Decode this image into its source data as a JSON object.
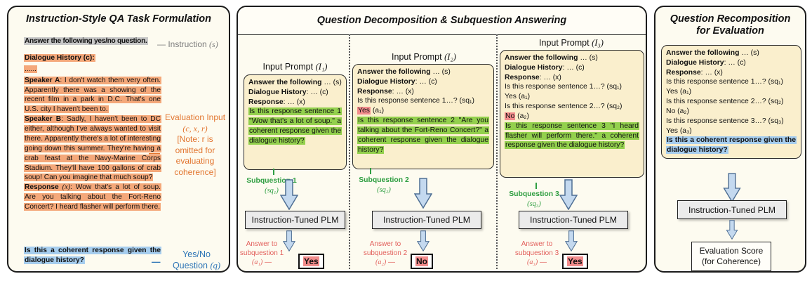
{
  "prompt_common": {
    "s_label": "Answer the following",
    "s_rest": " … (s)",
    "c_label": "Dialogue History",
    "c_rest": ": … (c)",
    "x_label": "Response",
    "x_rest": ": … (x)"
  },
  "left_panel": {
    "title": "Instruction-Style QA Task Formulation",
    "instruction_chip": "Answer the following yes/no question.",
    "instruction_anno": {
      "dash": "—",
      "text": "Instruction ",
      "math": "(s)"
    },
    "dialogue_header": "Dialogue History (c):",
    "dots": "......",
    "speaker_a": {
      "label": "Speaker A",
      "text": ": I don't watch them very often. Apparently there was a showing of the recent film in a park in D.C. That's one U.S. city I haven't been to."
    },
    "speaker_b": {
      "label": "Speaker B",
      "text": ": Sadly, I haven't been to DC either, although I've always wanted to visit there. Apparently there's a lot of interesting going down this summer. They're having a crab feast at the Navy-Marine Corps Stadium. They'll have 100 gallons of crab soup! Can you imagine that much soup?"
    },
    "response": {
      "label": "Response ",
      "math": "(x)",
      "text": ": Wow that's a lot of soup. Are you talking about the Fort-Reno Concert? I heard flasher will perform there."
    },
    "evaluation_anno": {
      "dash": "—",
      "l1": "Evaluation Input",
      "l2": "(c, x, r)",
      "l3": "[Note: r is",
      "l4": "omitted for",
      "l5": "evaluating",
      "l6": "coherence]"
    },
    "question_chip": "Is this a coherent response given the dialogue history?",
    "question_anno": {
      "dash": "—",
      "l1": "Yes/No",
      "l2_text": "Question ",
      "l2_math": "(q)"
    }
  },
  "middle_panel": {
    "title": "Question Decomposition & Subquestion Answering",
    "columns": [
      {
        "header_text": "Input Prompt ",
        "header_math": "(I₁)",
        "green_q": "Is this response sentence 1 \"Wow that's a lot of soup.\" a coherent response given the dialogue history?",
        "subq_label": "Subquestion 1",
        "subq_math": "(sq₁)",
        "plm": "Instruction-Tuned PLM",
        "ans1": "Answer to",
        "ans2": "subquestion 1",
        "ans_math": "(a₁)",
        "dash": "—",
        "answer": "Yes"
      },
      {
        "header_text": "Input Prompt ",
        "header_math": "(I₂)",
        "prior_q1": "Is this response sentence 1…? (sq₁)",
        "prior_a1_word": "Yes",
        "prior_a1_rest": " (a₁)",
        "green_q": "Is this response sentence 2 \"Are you talking about the Fort-Reno Concert?\" a coherent response given the dialogue history?",
        "subq_label": "Subquestion 2",
        "subq_math": "(sq₂)",
        "plm": "Instruction-Tuned PLM",
        "ans1": "Answer to",
        "ans2": "subquestion 2",
        "ans_math": "(a₂)",
        "dash": "—",
        "answer": "No"
      },
      {
        "header_text": "Input Prompt ",
        "header_math": "(I₃)",
        "prior_q1": "Is this response sentence 1…? (sq₁)",
        "prior_a1": "Yes (a₁)",
        "prior_q2": "Is this response sentence 2…? (sq₂)",
        "prior_a2_word": "No",
        "prior_a2_rest": " (a₂)",
        "green_q": "Is this response sentence 3 \"I heard flasher will perform there.\" a coherent response given the dialogue history?",
        "subq_label": "Subquestion 3",
        "subq_math": "(sq₃)",
        "plm": "Instruction-Tuned PLM",
        "ans1": "Answer to",
        "ans2": "subquestion 3",
        "ans_math": "(a₃)",
        "dash": "—",
        "answer": "Yes"
      }
    ]
  },
  "right_panel": {
    "title1": "Question Recomposition",
    "title2": "for Evaluation",
    "q1": "Is this response sentence 1…? (sq₁)",
    "a1": "Yes (a₁)",
    "q2": "Is this response sentence 2…? (sq₂)",
    "a2": "No (a₂)",
    "q3": "Is this response sentence 3…? (sq₃)",
    "a3": "Yes (a₃)",
    "final_q": "Is this a coherent response given the dialogue history?",
    "plm": "Instruction-Tuned PLM",
    "score1": "Evaluation Score",
    "score2": "(for Coherence)"
  },
  "colors": {
    "highlight_gray": "#c7c7c7",
    "highlight_orange": "#f4a87a",
    "highlight_green": "#93d04d",
    "highlight_pink": "#f28c8c",
    "highlight_blue": "#a6cdee",
    "annotation_orange": "#e2752e",
    "annotation_blue": "#2e75b6",
    "annotation_gray": "#7c7c7c",
    "subquestion_green": "#2f9e41",
    "answer_red": "#e2605c",
    "arrow_fill": "#c4d9ef",
    "arrow_stroke": "#4f6f94",
    "prompt_box_bg": "#faefcd",
    "panel_bg": "#fdfbf0",
    "plm_bg": "#ebebeb"
  }
}
